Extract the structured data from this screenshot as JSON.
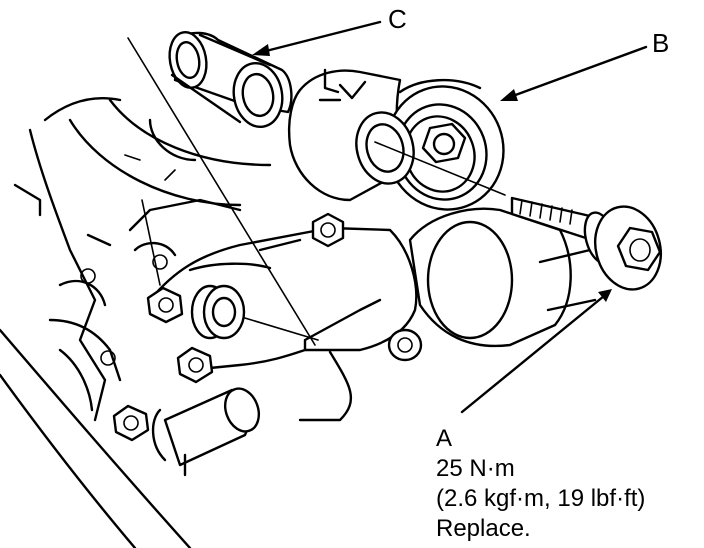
{
  "labels": {
    "a": "A",
    "b": "B",
    "c": "C"
  },
  "spec": {
    "torque": "25 N·m",
    "torque_alt": "(2.6 kgf·m, 19 lbf·ft)",
    "note": "Replace."
  },
  "colors": {
    "line": "#000000",
    "background": "#ffffff"
  }
}
